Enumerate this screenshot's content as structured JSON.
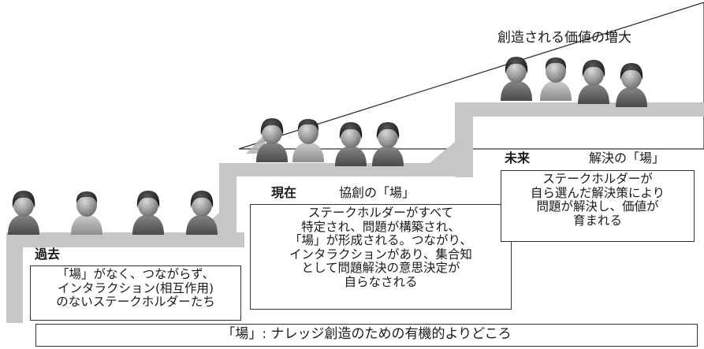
{
  "value_label": "創造される価値の増大",
  "stages": [
    {
      "key": "past",
      "heading": "過去",
      "subtitle": "",
      "lines": [
        "「場」がなく、つながらず、",
        "インタラクション(相互作用)",
        "のないステークホルダーたち"
      ]
    },
    {
      "key": "present",
      "heading": "現在",
      "subtitle": "協創の「場」",
      "lines": [
        "ステークホルダーがすべて",
        "特定され、問題が構築され、",
        "「場」が形成される。つながり、",
        "インタラクションがあり、集合知",
        "として問題解決の意思決定が",
        "自らなされる"
      ]
    },
    {
      "key": "future",
      "heading": "未来",
      "subtitle": "解決の「場」",
      "lines": [
        "ステークホルダーが",
        "自ら選んだ解決策により",
        "問題が解決し、価値が",
        "育まれる"
      ]
    }
  ],
  "footer": "「場」: ナレッジ創造のための有機的よりどころ",
  "colors": {
    "step": "#c6c6c6",
    "step_shadow": "#b8b8b8",
    "line": "#333333"
  },
  "icons": [
    "person-icon"
  ]
}
